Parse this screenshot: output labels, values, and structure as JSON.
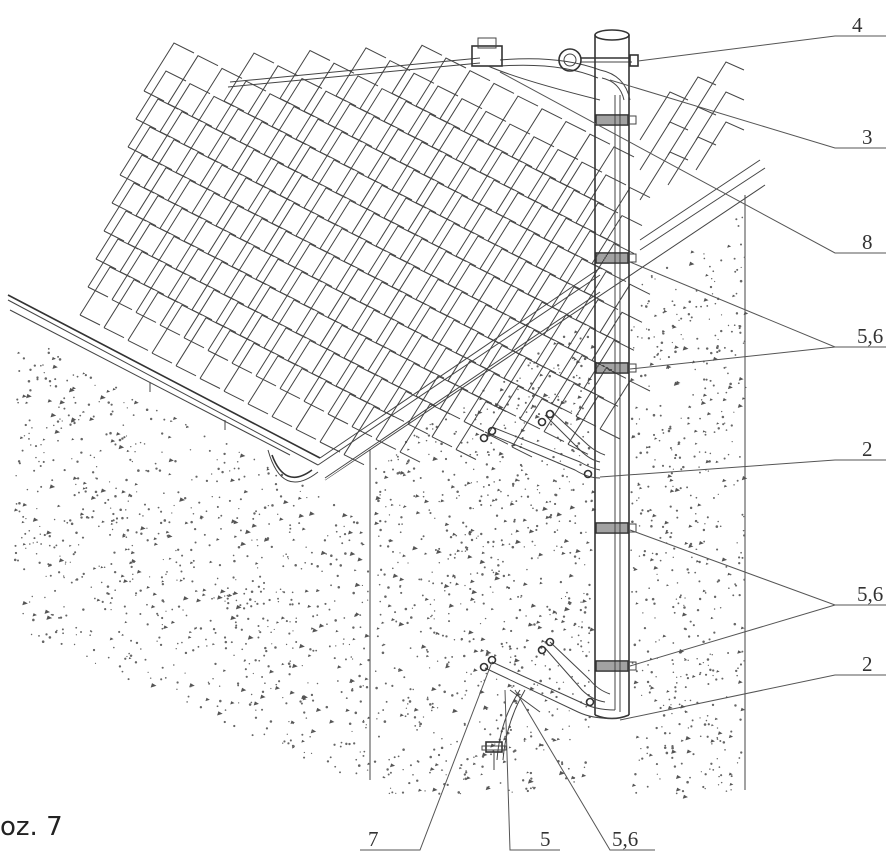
{
  "caption": "oz. 7",
  "callouts": [
    {
      "id": "4",
      "label": "4"
    },
    {
      "id": "3",
      "label": "3"
    },
    {
      "id": "8",
      "label": "8"
    },
    {
      "id": "56a",
      "label": "5,6"
    },
    {
      "id": "2a",
      "label": "2"
    },
    {
      "id": "56b",
      "label": "5,6"
    },
    {
      "id": "2b",
      "label": "2"
    },
    {
      "id": "7",
      "label": "7"
    },
    {
      "id": "5",
      "label": "5"
    },
    {
      "id": "56c",
      "label": "5,6"
    }
  ],
  "colors": {
    "line": "#444444",
    "speckle": "#555555",
    "background": "#ffffff"
  }
}
